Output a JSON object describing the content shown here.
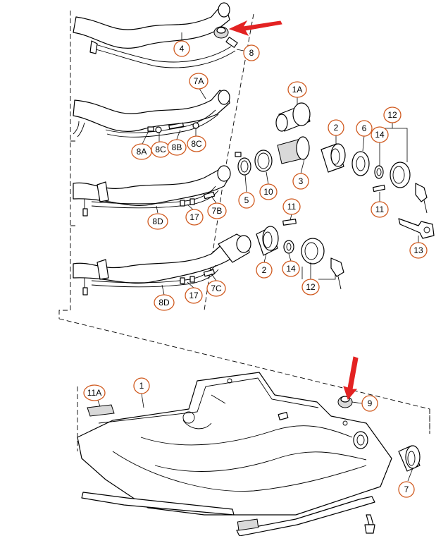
{
  "callouts": {
    "c_4": "4",
    "c_8_top": "8",
    "c_7A": "7A",
    "c_8A": "8A",
    "c_8C": "8C",
    "c_8B": "8B",
    "c_8C_2": "8C",
    "c_1A": "1A",
    "c_2_top": "2",
    "c_6": "6",
    "c_12_top": "12",
    "c_14_top": "14",
    "c_3": "3",
    "c_10": "10",
    "c_5": "5",
    "c_11_mid": "11",
    "c_13": "13",
    "c_7B": "7B",
    "c_17_a": "17",
    "c_8D_a": "8D",
    "c_11_b": "11",
    "c_2_b": "2",
    "c_14_b": "14",
    "c_12_b": "12",
    "c_7C": "7C",
    "c_17_b": "17",
    "c_8D_b": "8D",
    "c_11A": "11A",
    "c_1": "1",
    "c_9": "9",
    "c_7": "7"
  },
  "colors": {
    "callout_ring": "#d05a1f",
    "arrow": "#e32222",
    "line": "#000000",
    "background": "#ffffff"
  }
}
